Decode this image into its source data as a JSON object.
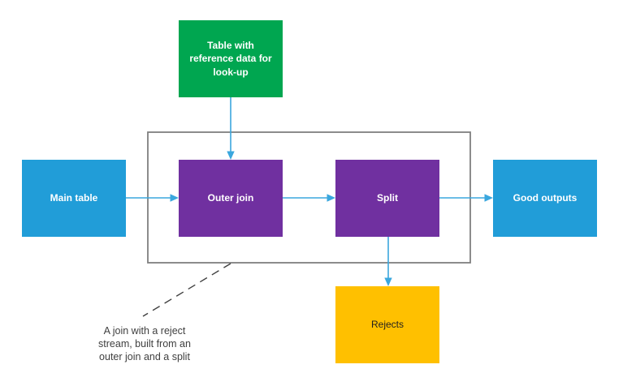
{
  "diagram": {
    "nodes": {
      "reference_table": {
        "label": "Table with reference data for look-up"
      },
      "main_table": {
        "label": "Main table"
      },
      "outer_join": {
        "label": "Outer join"
      },
      "split": {
        "label": "Split"
      },
      "good_outputs": {
        "label": "Good outputs"
      },
      "rejects": {
        "label": "Rejects"
      }
    },
    "edges": [
      {
        "from": "reference_table",
        "to": "outer_join"
      },
      {
        "from": "main_table",
        "to": "outer_join"
      },
      {
        "from": "outer_join",
        "to": "split"
      },
      {
        "from": "split",
        "to": "good_outputs"
      },
      {
        "from": "split",
        "to": "rejects"
      }
    ],
    "annotation": {
      "lines": [
        "A join with a reject",
        "stream, built from an",
        "outer join and a split"
      ]
    },
    "colors": {
      "green": "#00A650",
      "blue": "#219DD8",
      "purple": "#7030A0",
      "amber": "#FFC000",
      "arrow": "#3AA7DE",
      "group_border": "#7F7F7F",
      "annotation_line": "#404040",
      "label_light": "#FFFFFF",
      "label_dark": "#1F1F1F"
    }
  }
}
